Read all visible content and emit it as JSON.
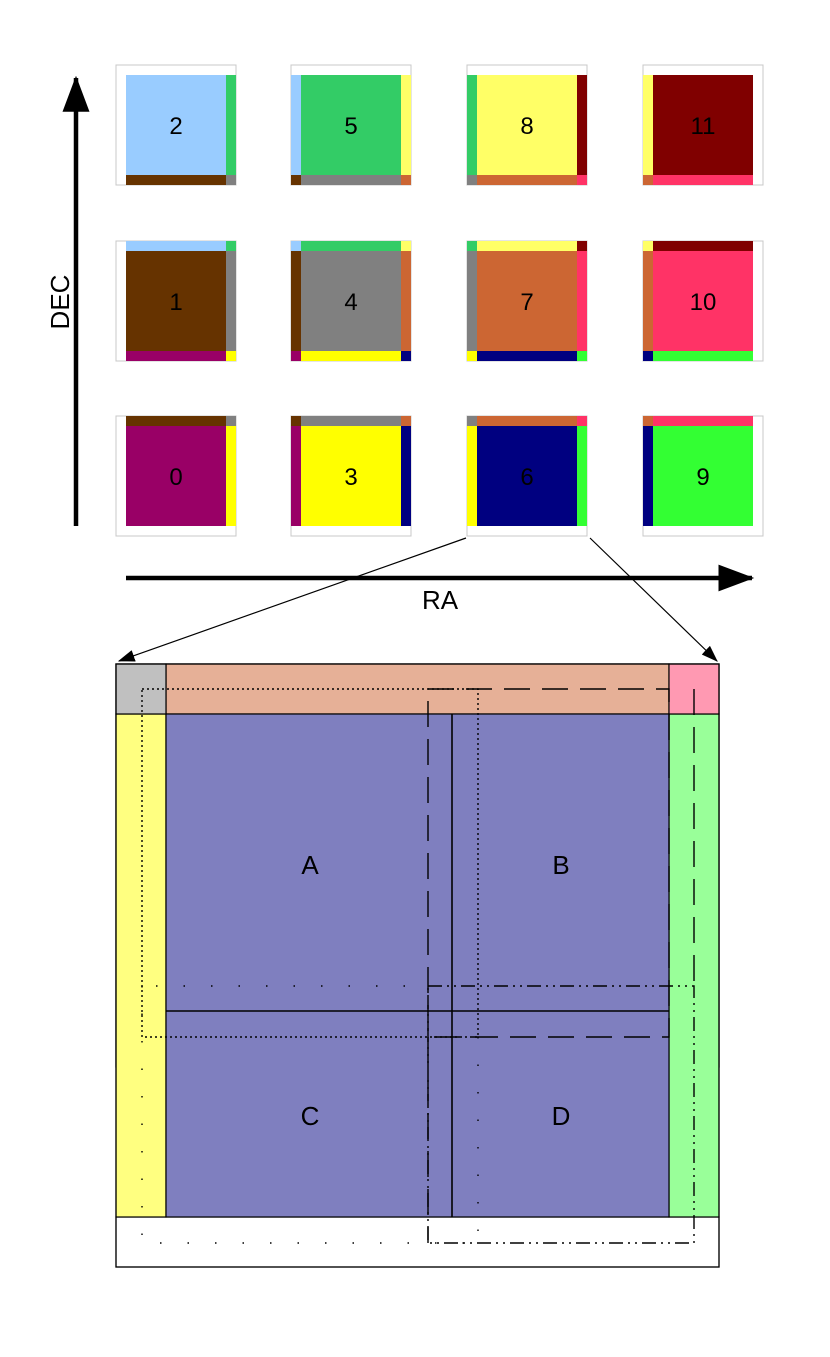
{
  "axes": {
    "vertical_label": "DEC",
    "horizontal_label": "RA"
  },
  "palette": {
    "light_blue": "#99ccff",
    "green": "#33cc66",
    "yellow": "#ffff66",
    "dark_red": "#800000",
    "brown": "#663300",
    "gray": "#808080",
    "orange": "#cc6633",
    "pink": "#ff3366",
    "purple": "#990066",
    "bright_yellow": "#ffff00",
    "navy": "#000080",
    "lime": "#33ff33"
  },
  "tiles": [
    {
      "label": "0",
      "fill": "#990066",
      "top": "#663300",
      "right": "#ffff00",
      "bottom": "",
      "left": "",
      "tr": "#808080",
      "br": "",
      "bl": "",
      "tl": ""
    },
    {
      "label": "1",
      "fill": "#663300",
      "top": "#99ccff",
      "right": "#808080",
      "bottom": "#990066",
      "left": "",
      "tr": "#33cc66",
      "br": "#ffff00",
      "bl": "",
      "tl": ""
    },
    {
      "label": "2",
      "fill": "#99ccff",
      "top": "",
      "right": "#33cc66",
      "bottom": "#663300",
      "left": "",
      "tr": "",
      "br": "#808080",
      "bl": "",
      "tl": ""
    },
    {
      "label": "3",
      "fill": "#ffff00",
      "top": "#808080",
      "right": "#000080",
      "bottom": "",
      "left": "#990066",
      "tr": "#cc6633",
      "br": "",
      "bl": "",
      "tl": "#663300"
    },
    {
      "label": "4",
      "fill": "#808080",
      "top": "#33cc66",
      "right": "#cc6633",
      "bottom": "#ffff00",
      "left": "#663300",
      "tr": "#ffff66",
      "br": "#000080",
      "bl": "#990066",
      "tl": "#99ccff"
    },
    {
      "label": "5",
      "fill": "#33cc66",
      "top": "",
      "right": "#ffff66",
      "bottom": "#808080",
      "left": "#99ccff",
      "tr": "",
      "br": "#cc6633",
      "bl": "#663300",
      "tl": ""
    },
    {
      "label": "6",
      "fill": "#000080",
      "top": "#cc6633",
      "right": "#33ff33",
      "bottom": "",
      "left": "#ffff00",
      "tr": "#ff3366",
      "br": "",
      "bl": "",
      "tl": "#808080"
    },
    {
      "label": "7",
      "fill": "#cc6633",
      "top": "#ffff66",
      "right": "#ff3366",
      "bottom": "#000080",
      "left": "#808080",
      "tr": "#800000",
      "br": "#33ff33",
      "bl": "#ffff00",
      "tl": "#33cc66"
    },
    {
      "label": "8",
      "fill": "#ffff66",
      "top": "",
      "right": "#800000",
      "bottom": "#cc6633",
      "left": "#33cc66",
      "tr": "",
      "br": "#ff3366",
      "bl": "#808080",
      "tl": ""
    },
    {
      "label": "9",
      "fill": "#33ff33",
      "top": "#ff3366",
      "right": "",
      "bottom": "",
      "left": "#000080",
      "tr": "",
      "br": "",
      "bl": "",
      "tl": "#cc6633"
    },
    {
      "label": "10",
      "fill": "#ff3366",
      "top": "#800000",
      "right": "",
      "bottom": "#33ff33",
      "left": "#cc6633",
      "tr": "",
      "br": "",
      "bl": "#000080",
      "tl": "#ffff66"
    },
    {
      "label": "11",
      "fill": "#800000",
      "top": "",
      "right": "",
      "bottom": "#ff3366",
      "left": "#ffff66",
      "tr": "",
      "br": "",
      "bl": "#cc6633",
      "tl": ""
    }
  ],
  "zoom": {
    "quadrants": [
      "A",
      "B",
      "C",
      "D"
    ],
    "colors": {
      "interior": "#7f7fbf",
      "top_band": "#e6b097",
      "right_band": "#99ff99",
      "left_band": "#ffff80",
      "corner_top_left": "#c0c0c0",
      "corner_top_right": "#ff99b2",
      "bottom_band": "#ffffff"
    }
  }
}
